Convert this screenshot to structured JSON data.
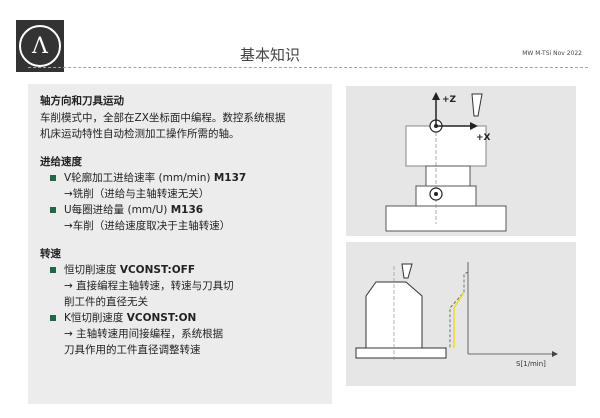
{
  "header": {
    "title": "基本知识",
    "doc_meta": "MW M-TSi Nov 2022",
    "logo_glyph": "Ʌ"
  },
  "content": {
    "section1": {
      "title": "轴方向和刀具运动",
      "text_line1": "车削模式中，全部在ZX坐标面中编程。数控系统根据",
      "text_line2": "机床运动特性自动检测加工操作所需的轴。"
    },
    "section2": {
      "title": "进给速度",
      "item1_text": "V轮廓加工进给速率 (mm/min) ",
      "item1_code": "M137",
      "item1_note": "→铣削（进给与主轴转速无关）",
      "item2_text": "U每圈进给量 (mm/U) ",
      "item2_code": "M136",
      "item2_note": "→车削（进给速度取决于主轴转速）"
    },
    "section3": {
      "title": "转速",
      "item1_text": "恒切削速度 ",
      "item1_code": "VCONST:OFF",
      "item1_note_line1": "→ 直接编程主轴转速，转速与刀具切",
      "item1_note_line2": "削工件的直径无关",
      "item2_text": "K恒切削速度 ",
      "item2_code": "VCONST:ON",
      "item2_note_line1": "→ 主轴转速用间接编程，系统根据",
      "item2_note_line2": "刀具作用的工件直径调整转速"
    }
  },
  "diagram": {
    "axis_z": "+Z",
    "axis_x": "+X",
    "speed_axis": "S[1/min]"
  },
  "colors": {
    "panel": "#ececec",
    "bullet": "#1a6b45",
    "diagram_bg": "#e6e6e6",
    "accent_yellow": "#e8dc2a"
  }
}
